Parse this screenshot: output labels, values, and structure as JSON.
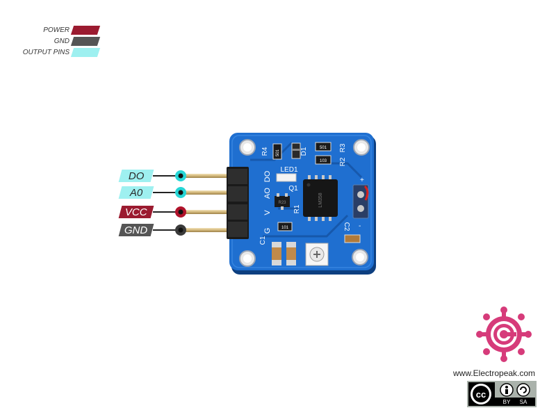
{
  "legend": [
    {
      "label": "POWER",
      "color": "#9b1b30"
    },
    {
      "label": "GND",
      "color": "#555555"
    },
    {
      "label": "OUTPUT PINS",
      "color": "#9ef0f0"
    }
  ],
  "pins": [
    {
      "label": "DO",
      "board_label": "DO",
      "color": "#9ef0f0",
      "text_color": "#2a2a2a",
      "dot": "#27d6d6"
    },
    {
      "label": "A0",
      "board_label": "AO",
      "color": "#9ef0f0",
      "text_color": "#2a2a2a",
      "dot": "#27d6d6"
    },
    {
      "label": "VCC",
      "board_label": "V",
      "color": "#9b1b30",
      "text_color": "#ffffff",
      "dot": "#b0122a"
    },
    {
      "label": "GND",
      "board_label": "G",
      "color": "#555555",
      "text_color": "#ffffff",
      "dot": "#3a3a3a"
    }
  ],
  "board": {
    "color": "#1f6fd0",
    "silkscreen": {
      "r4": "R4",
      "d1": "D1",
      "r3": "R3",
      "r2": "R2",
      "led1": "LED1",
      "q1": "Q1",
      "r1": "R1",
      "c1": "C1",
      "c2": "C2",
      "r4_value": "501",
      "r3_value": "501",
      "r2_value": "103",
      "chip_text": "LM358",
      "q1_text": "R23",
      "r1_value": "101",
      "plus": "+",
      "minus": "-"
    }
  },
  "branding": {
    "website": "www.Electropeak.com",
    "logo_color": "#d63b7a",
    "license": {
      "by": "BY",
      "sa": "SA"
    }
  }
}
